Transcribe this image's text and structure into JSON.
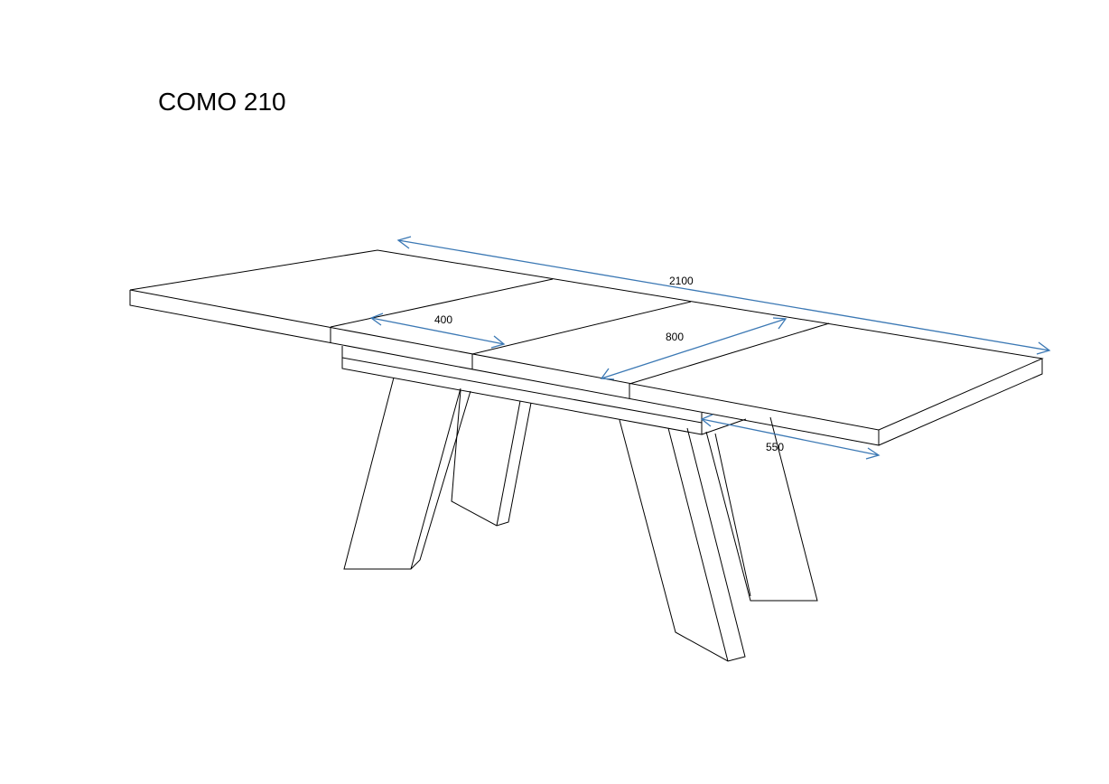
{
  "title": "COMO 210",
  "dimension_color": "#3b78b4",
  "dimensions": {
    "overall_length": "2100",
    "extension_leaf": "400",
    "width": "800",
    "leg_span": "550"
  }
}
